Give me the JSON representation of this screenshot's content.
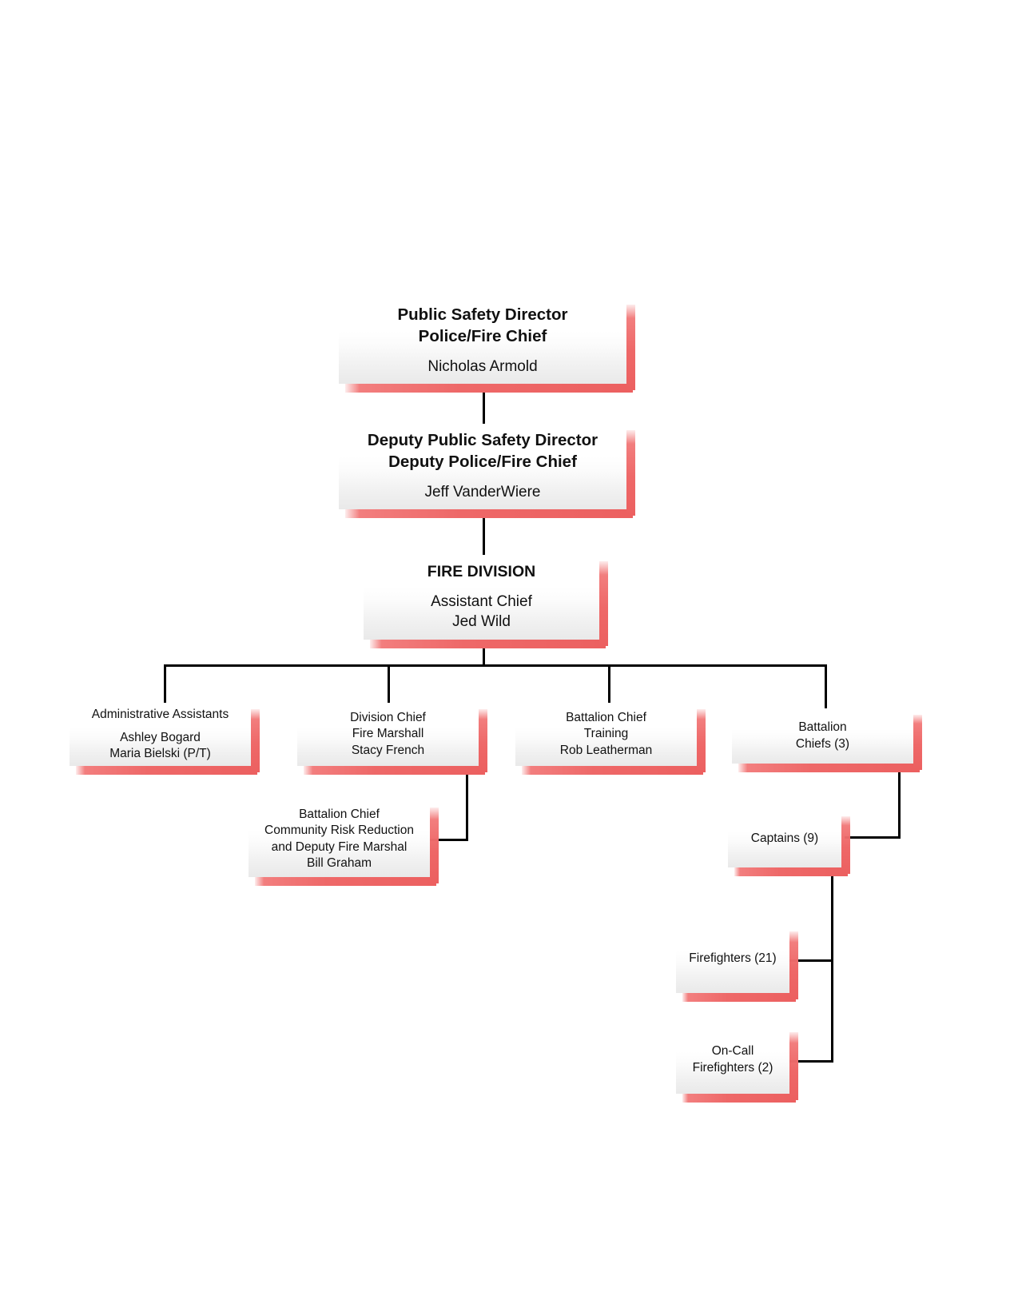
{
  "document": {
    "title": "Fire Division Organizational Chart",
    "accent_color": "#ee6868",
    "box_fill_top": "#ffffff",
    "box_fill_bottom": "#e9e9e9",
    "connector_color": "#000000"
  },
  "nodes": {
    "public_safety_director": {
      "title_line1": "Public Safety Director",
      "title_line2": "Police/Fire Chief",
      "name": "Nicholas Armold"
    },
    "deputy_public_safety_director": {
      "title_line1": "Deputy Public Safety Director",
      "title_line2": "Deputy Police/Fire Chief",
      "name": "Jeff VanderWiere"
    },
    "fire_division": {
      "title_line1": "FIRE DIVISION",
      "role": "Assistant Chief",
      "name": "Jed Wild"
    },
    "administrative_assistants": {
      "title_line1": "Administrative Assistants",
      "name1": "Ashley Bogard",
      "name2": "Maria Bielski (P/T)"
    },
    "division_chief_fire_marshall": {
      "title_line1": "Division Chief",
      "title_line2": "Fire Marshall",
      "name": "Stacy French"
    },
    "battalion_chief_training": {
      "title_line1": "Battalion Chief",
      "title_line2": "Training",
      "name": "Rob Leatherman"
    },
    "battalion_chiefs": {
      "title_line1": "Battalion",
      "title_line2": "Chiefs (3)"
    },
    "battalion_chief_crr": {
      "title_line1": "Battalion Chief",
      "title_line2": "Community Risk Reduction",
      "title_line3": "and Deputy Fire Marshal",
      "name": "Bill Graham"
    },
    "captains": {
      "title_line1": "Captains (9)"
    },
    "firefighters": {
      "title_line1": "Firefighters (21)"
    },
    "on_call_firefighters": {
      "title_line1": "On-Call",
      "title_line2": "Firefighters (2)"
    }
  },
  "chart_data": {
    "type": "diagram",
    "title": "Fire Division Organizational Chart",
    "orientation": "top-down hierarchy",
    "hierarchy": [
      {
        "id": "public_safety_director",
        "label": "Public Safety Director / Police/Fire Chief",
        "person": "Nicholas Armold",
        "level": 0,
        "children": [
          "deputy_public_safety_director"
        ]
      },
      {
        "id": "deputy_public_safety_director",
        "label": "Deputy Public Safety Director / Deputy Police/Fire Chief",
        "person": "Jeff VanderWiere",
        "level": 1,
        "children": [
          "fire_division"
        ]
      },
      {
        "id": "fire_division",
        "label": "FIRE DIVISION - Assistant Chief",
        "person": "Jed Wild",
        "level": 2,
        "children": [
          "administrative_assistants",
          "division_chief_fire_marshall",
          "battalion_chief_training",
          "battalion_chiefs"
        ]
      },
      {
        "id": "administrative_assistants",
        "label": "Administrative Assistants",
        "person": "Ashley Bogard; Maria Bielski (P/T)",
        "level": 3,
        "children": []
      },
      {
        "id": "division_chief_fire_marshall",
        "label": "Division Chief / Fire Marshall",
        "person": "Stacy French",
        "level": 3,
        "children": [
          "battalion_chief_crr"
        ]
      },
      {
        "id": "battalion_chief_training",
        "label": "Battalion Chief / Training",
        "person": "Rob Leatherman",
        "level": 3,
        "children": []
      },
      {
        "id": "battalion_chiefs",
        "label": "Battalion Chiefs (3)",
        "count": 3,
        "level": 3,
        "children": [
          "captains"
        ]
      },
      {
        "id": "battalion_chief_crr",
        "label": "Battalion Chief / Community Risk Reduction and Deputy Fire Marshal",
        "person": "Bill Graham",
        "level": 4,
        "children": []
      },
      {
        "id": "captains",
        "label": "Captains (9)",
        "count": 9,
        "level": 4,
        "children": [
          "firefighters",
          "on_call_firefighters"
        ]
      },
      {
        "id": "firefighters",
        "label": "Firefighters (21)",
        "count": 21,
        "level": 5,
        "children": []
      },
      {
        "id": "on_call_firefighters",
        "label": "On-Call Firefighters (2)",
        "count": 2,
        "level": 5,
        "children": []
      }
    ]
  }
}
